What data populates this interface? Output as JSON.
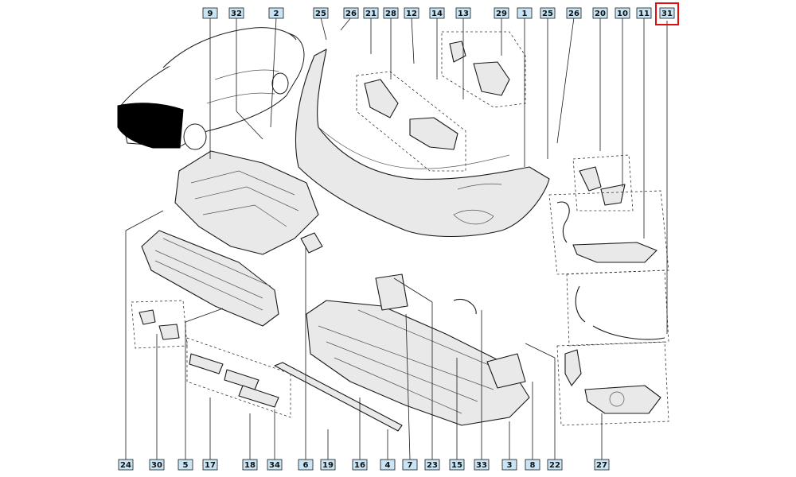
{
  "diagram": {
    "highlighted_part": "31",
    "colors": {
      "label_fill": "#c9e4f4",
      "highlight": "#e01010",
      "line": "#1a1a1a",
      "car_front": "#000000"
    },
    "top_labels": [
      "9",
      "32",
      "2",
      "25",
      "26",
      "21",
      "28",
      "12",
      "14",
      "13",
      "29",
      "1",
      "25",
      "26",
      "20",
      "10",
      "11",
      "31"
    ],
    "bottom_labels": [
      "24",
      "30",
      "5",
      "17",
      "18",
      "34",
      "6",
      "19",
      "16",
      "4",
      "7",
      "23",
      "15",
      "33",
      "3",
      "8",
      "22",
      "27"
    ]
  }
}
